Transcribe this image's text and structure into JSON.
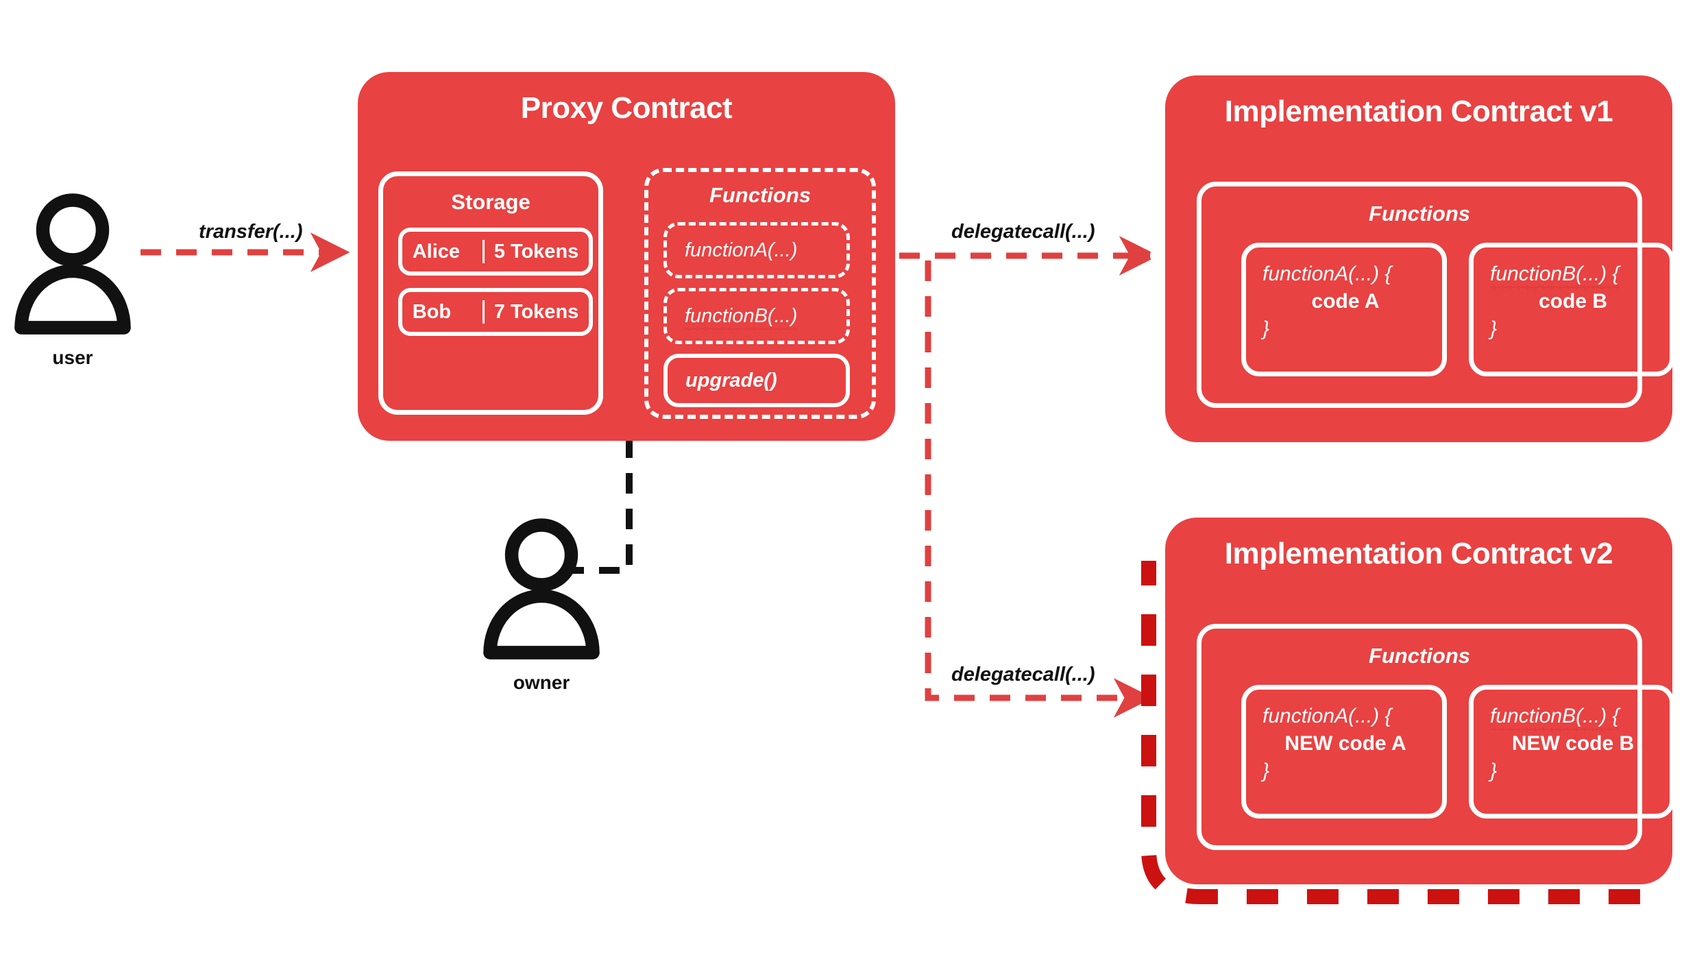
{
  "colors": {
    "card_red": "#E84242",
    "highlight_dark_red": "#CC1111",
    "arrow_red": "#E04040",
    "white": "#FFFFFF",
    "black": "#111111",
    "background": "#FFFFFF"
  },
  "actors": [
    {
      "id": "user",
      "label": "user",
      "icon": "person-icon"
    },
    {
      "id": "owner",
      "label": "owner",
      "icon": "person-icon"
    }
  ],
  "edges": [
    {
      "id": "transfer",
      "label": "transfer(...)",
      "style": "dashed-red",
      "from": "user",
      "to": "proxy-contract"
    },
    {
      "id": "delegatecall-v1",
      "label": "delegatecall(...)",
      "style": "dashed-red",
      "from": "proxy-contract",
      "to": "implementation-contract-v1"
    },
    {
      "id": "delegatecall-v2",
      "label": "delegatecall(...)",
      "style": "dashed-red",
      "from": "proxy-contract",
      "to": "implementation-contract-v2"
    },
    {
      "id": "owner-upgrade",
      "label": "",
      "style": "dashed-black",
      "from": "owner",
      "to": "upgrade"
    }
  ],
  "proxy": {
    "title": "Proxy Contract",
    "storage": {
      "label": "Storage",
      "rows": [
        {
          "key": "Alice",
          "value": "5 Tokens"
        },
        {
          "key": "Bob",
          "value": "7 Tokens"
        }
      ]
    },
    "functions": {
      "label": "Functions",
      "items": [
        {
          "name": "functionA(...)",
          "style": "dashed",
          "spellcheck_underline": false
        },
        {
          "name": "functionB(...)",
          "style": "dashed",
          "spellcheck_underline": true
        },
        {
          "name": "upgrade()",
          "style": "solid",
          "spellcheck_underline": false
        }
      ]
    }
  },
  "implementation_v1": {
    "title": "Implementation Contract v1",
    "functions": {
      "label": "Functions",
      "items": [
        {
          "signature": "functionA(...) {",
          "body": "code A",
          "close": "}",
          "spellcheck_underline": false
        },
        {
          "signature": "functionB(...) {",
          "body": "code B",
          "close": "}",
          "spellcheck_underline": true
        }
      ]
    }
  },
  "implementation_v2": {
    "title": "Implementation Contract v2",
    "highlighted": true,
    "functions": {
      "label": "Functions",
      "items": [
        {
          "signature": "functionA(...) {",
          "body": "NEW code A",
          "close": "}",
          "spellcheck_underline": false
        },
        {
          "signature": "functionB(...) {",
          "body": "NEW code B",
          "close": "}",
          "spellcheck_underline": true
        }
      ]
    }
  }
}
